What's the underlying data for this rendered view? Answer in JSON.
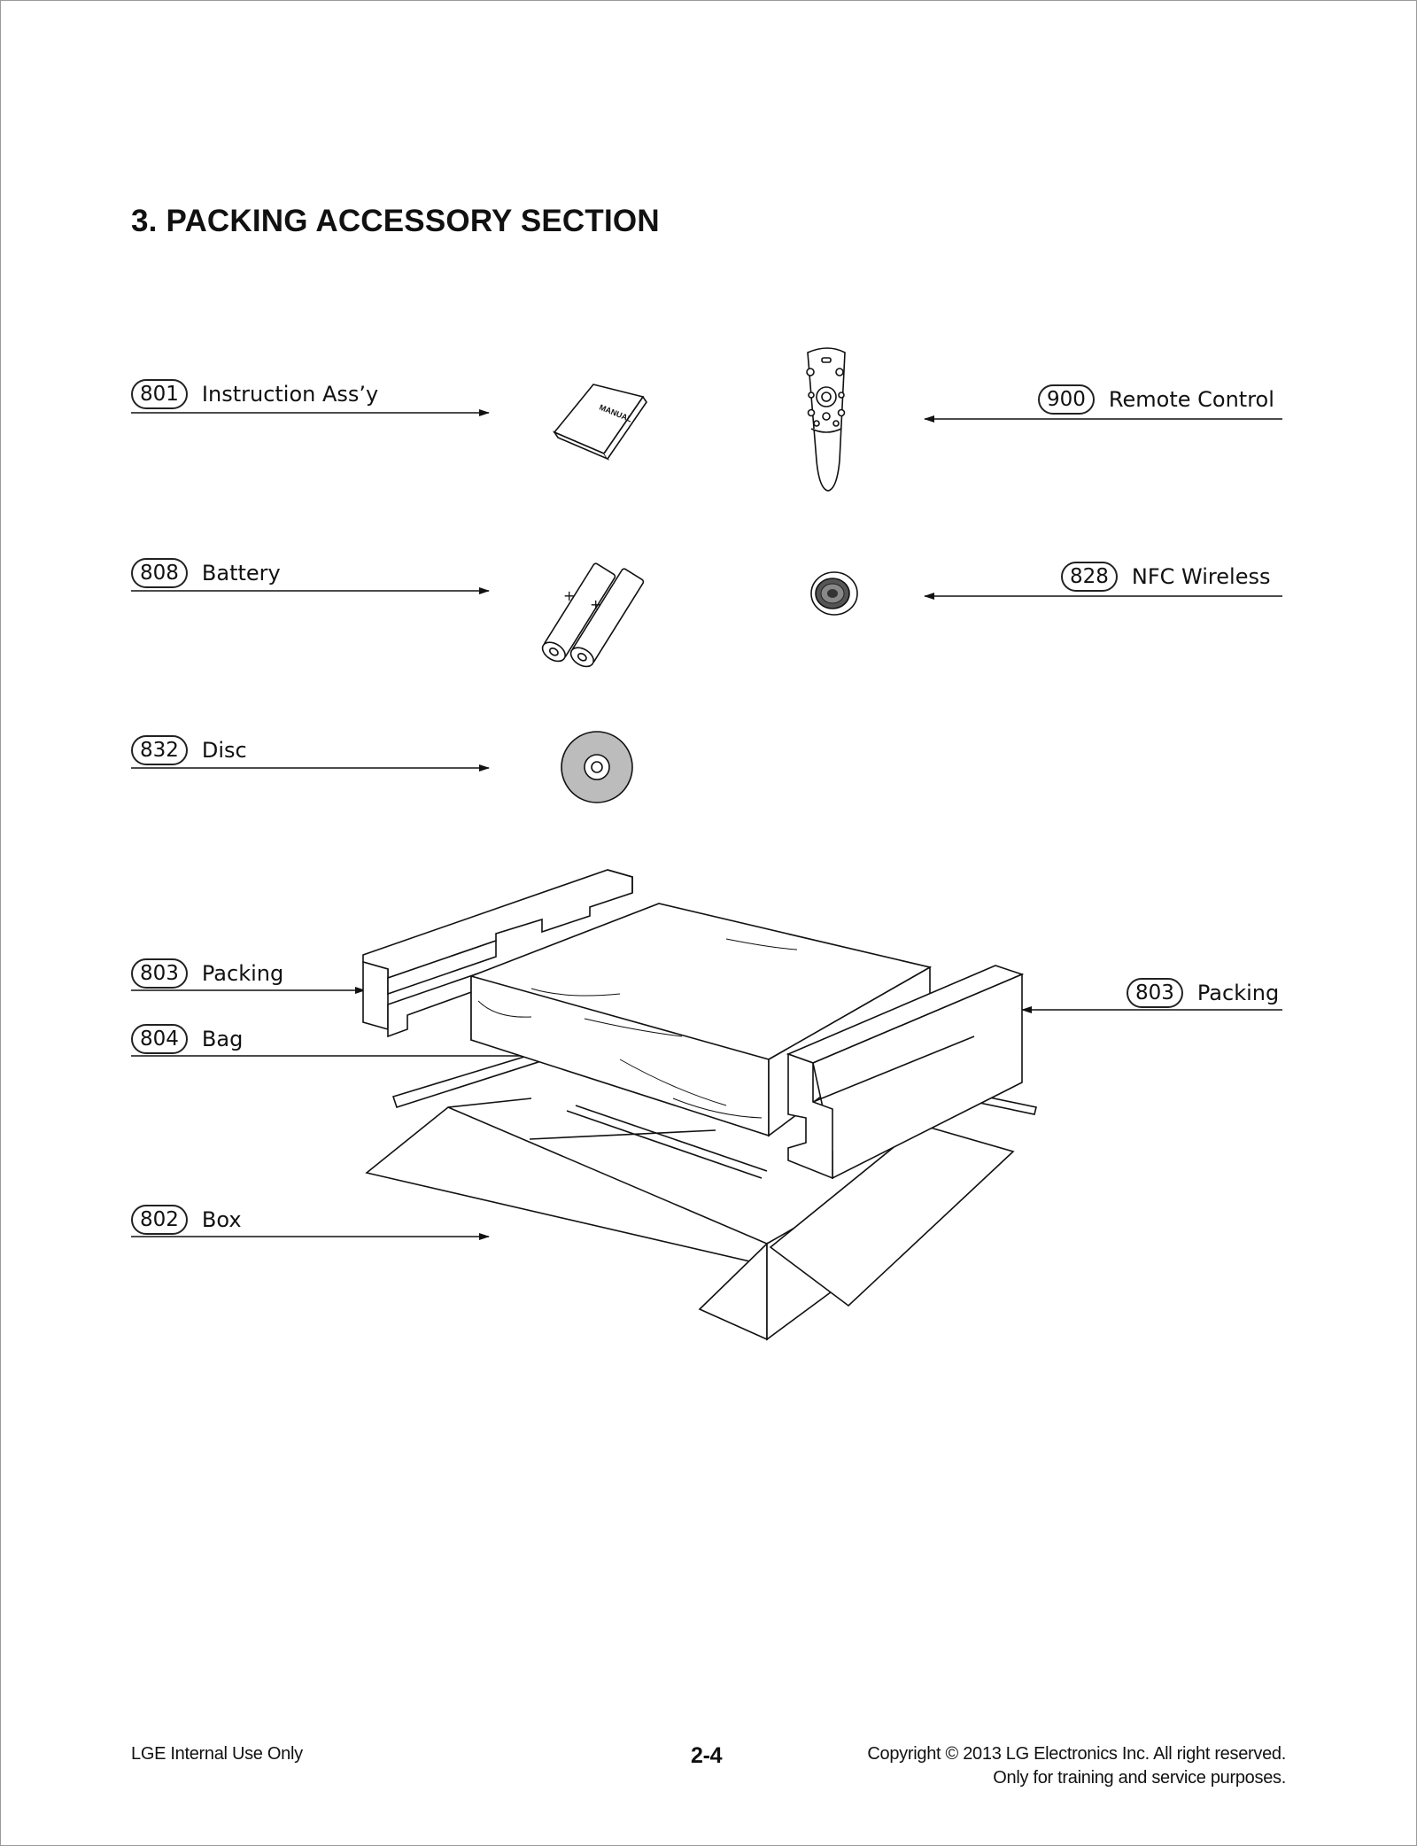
{
  "page": {
    "title": "3. PACKING ACCESSORY SECTION"
  },
  "callouts": [
    {
      "code": "801",
      "label": "Instruction Ass’y"
    },
    {
      "code": "900",
      "label": "Remote Control"
    },
    {
      "code": "808",
      "label": "Battery"
    },
    {
      "code": "828",
      "label": "NFC Wireless"
    },
    {
      "code": "832",
      "label": "Disc"
    },
    {
      "code": "803",
      "label": "Packing"
    },
    {
      "code": "804",
      "label": "Bag"
    },
    {
      "code": "803",
      "label": "Packing"
    },
    {
      "code": "802",
      "label": "Box"
    }
  ],
  "illustration_text": {
    "manual_cover": "MANUAL",
    "battery_plus": "+"
  },
  "footer": {
    "left": "LGE Internal Use Only",
    "center": "2-4",
    "right_line1": "Copyright © 2013 LG Electronics Inc. All right reserved.",
    "right_line2": "Only for training and service purposes."
  }
}
